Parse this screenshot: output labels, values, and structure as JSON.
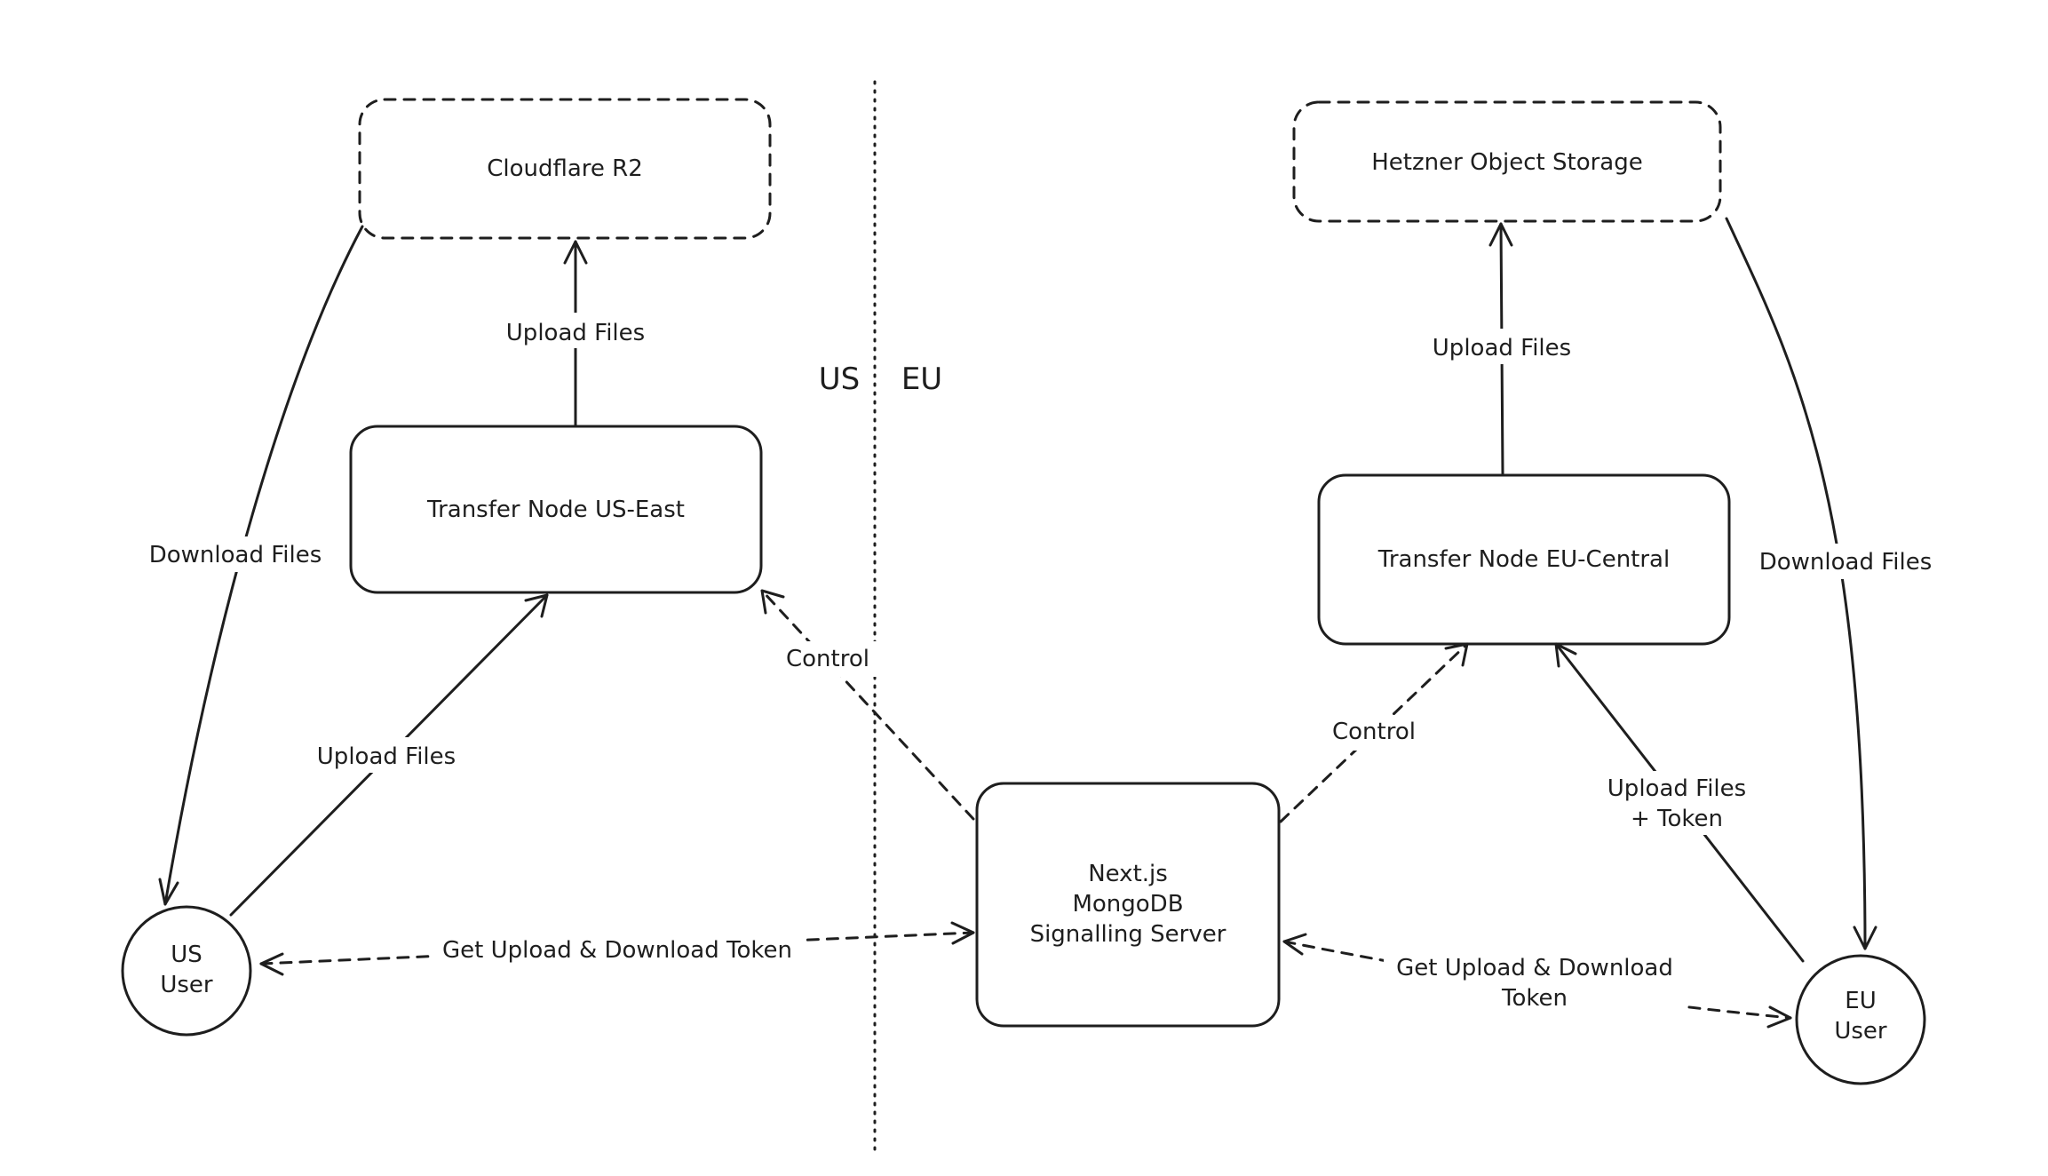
{
  "regions": {
    "us": "US",
    "eu": "EU"
  },
  "nodes": {
    "cloudflare": "Cloudflare R2",
    "hetzner": "Hetzner Object Storage",
    "transfer_us": "Transfer Node US-East",
    "transfer_eu": "Transfer Node EU-Central",
    "signalling": [
      "Next.js",
      "MongoDB",
      "Signalling Server"
    ],
    "us_user": [
      "US",
      "User"
    ],
    "eu_user": [
      "EU",
      "User"
    ]
  },
  "edges": {
    "us_upload_to_r2": "Upload Files",
    "us_download": "Download Files",
    "us_user_upload": "Upload Files",
    "us_control": "Control",
    "us_token": "Get Upload & Download Token",
    "eu_upload_to_storage": "Upload Files",
    "eu_download": "Download Files",
    "eu_control": "Control",
    "eu_user_upload": [
      "Upload Files",
      "+ Token"
    ],
    "eu_token": [
      "Get Upload & Download",
      "Token"
    ]
  }
}
